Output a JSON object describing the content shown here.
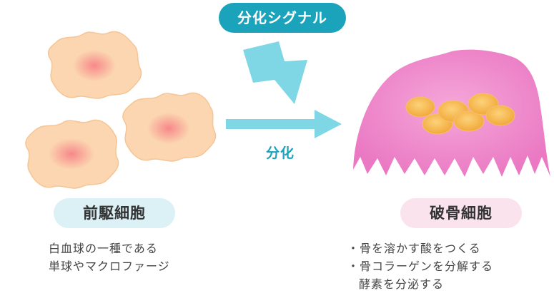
{
  "signal": {
    "label": "分化シグナル"
  },
  "arrow": {
    "label": "分化"
  },
  "precursor": {
    "title": "前駆細胞",
    "description": [
      "白血球の一種である",
      "単球やマクロファージ"
    ]
  },
  "osteoclast": {
    "title": "破骨細胞",
    "bullets": [
      "・骨を溶かす酸をつくる",
      "・骨コラーゲンを分解する"
    ],
    "continuation": "酵素を分泌する"
  },
  "colors": {
    "accent": "#1aa3bb",
    "bolt": "#7fd7e6",
    "cell_fill": "#fbd6b0",
    "cell_nucleus": "#f7a6a0",
    "osteoclast_pink": "#ee80c8",
    "osteoclast_nuclei": "#f7b84a"
  }
}
